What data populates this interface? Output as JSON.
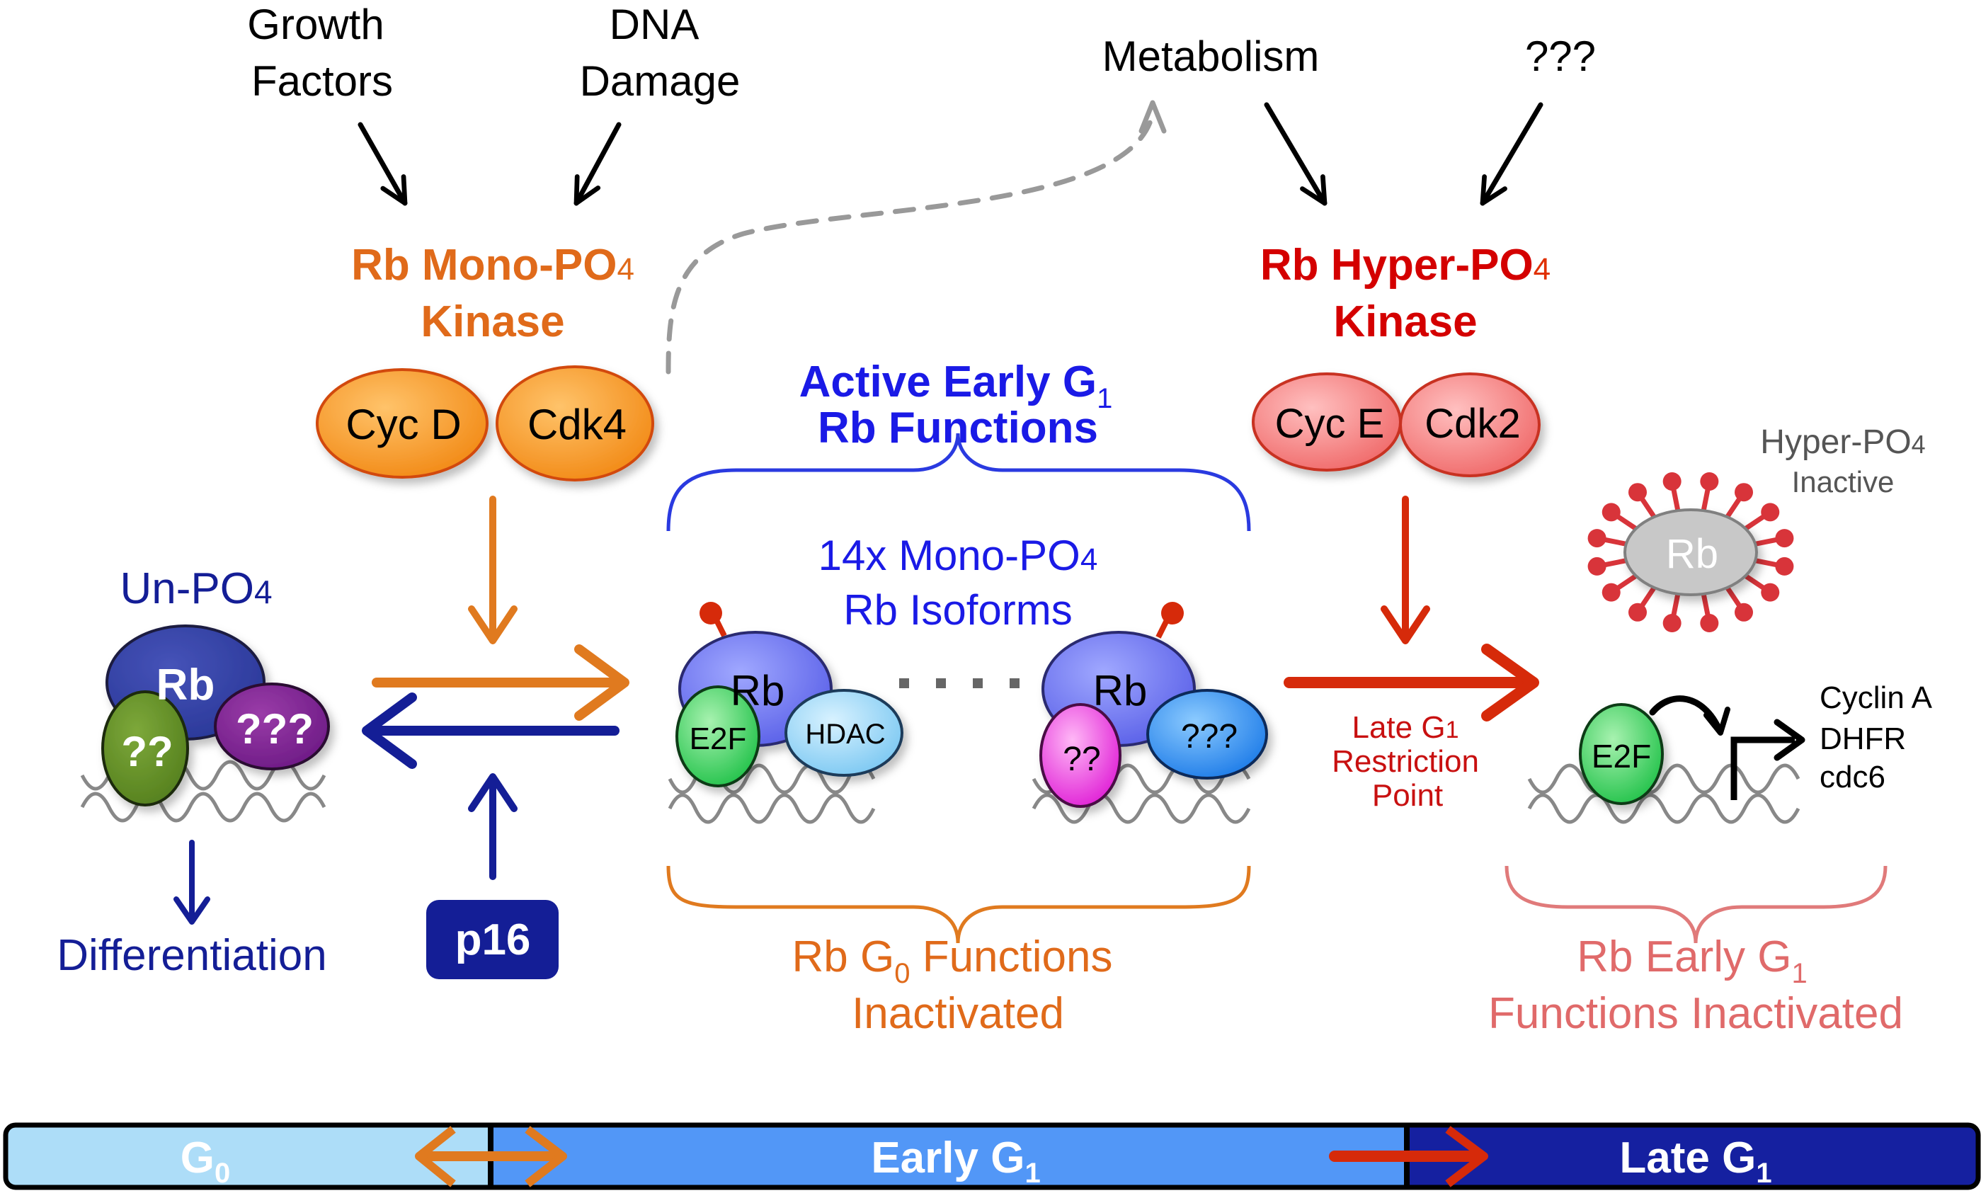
{
  "inputs": {
    "growth_factors": [
      "Growth",
      "Factors"
    ],
    "dna_damage": [
      "DNA",
      "Damage"
    ],
    "metabolism": "Metabolism",
    "unknown": "???"
  },
  "mono_kinase": {
    "title": [
      "Rb Mono-PO",
      "4",
      "Kinase"
    ],
    "cyclin": "Cyc D",
    "cdk": "Cdk4"
  },
  "hyper_kinase": {
    "title": [
      "Rb Hyper-PO",
      "4",
      "Kinase"
    ],
    "cyclin": "Cyc E",
    "cdk": "Cdk2"
  },
  "unphospho": {
    "title": "Un-PO",
    "title_sub": "4",
    "rb": "Rb",
    "partner1": "??",
    "partner2": "???",
    "outcome": "Differentiation"
  },
  "p16": "p16",
  "active_functions": {
    "title_line1": "Active Early G",
    "title_line1_sub": "1",
    "title_line2": "Rb Functions",
    "isoforms_line1": "14x Mono-PO",
    "isoforms_line1_sub": "4",
    "isoforms_line2": "Rb Isoforms",
    "left_complex": {
      "rb": "Rb",
      "e2f": "E2F",
      "hdac": "HDAC"
    },
    "right_complex": {
      "rb": "Rb",
      "partner1": "??",
      "partner2": "???"
    }
  },
  "g0_inactivated": {
    "line1_prefix": "Rb G",
    "line1_sub": "0",
    "line1_suffix": " Functions",
    "line2": "Inactivated"
  },
  "restriction_point": [
    "Late G",
    "1",
    "Restriction",
    "Point"
  ],
  "hyper_inactive": {
    "title": "Hyper-PO",
    "title_sub": "4",
    "subtitle": "Inactive",
    "rb": "Rb",
    "phospho_count": 16
  },
  "e2f_targets": {
    "e2f": "E2F",
    "genes": [
      "Cyclin A",
      "DHFR",
      "cdc6"
    ]
  },
  "early_g1_inactivated": {
    "line1_prefix": "Rb Early G",
    "line1_sub": "1",
    "line2": "Functions Inactivated"
  },
  "phase_bar": {
    "phases": [
      {
        "label": "G",
        "sub": "0",
        "color": "#ADDDF8"
      },
      {
        "label": "Early G",
        "sub": "1",
        "color": "#5297F7"
      },
      {
        "label": "Late G",
        "sub": "1",
        "color": "#1520A0"
      }
    ]
  },
  "colors": {
    "orange": "#E07A1F",
    "orange_text": "#E06A1A",
    "red": "#D62A0A",
    "red_text": "#D40000",
    "navy": "#141E96",
    "blue": "#1A1AE6",
    "pink": "#E07070",
    "grey": "#8C8C8C"
  }
}
